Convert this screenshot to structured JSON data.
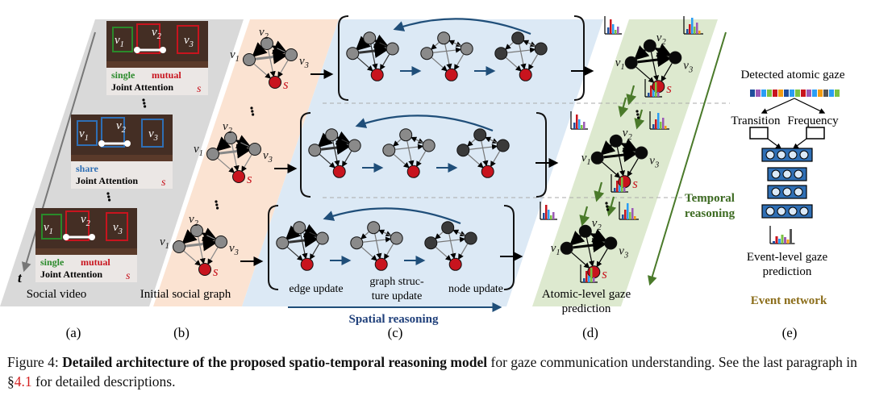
{
  "panels": {
    "a": {
      "tag": "(a)",
      "label": "Social video",
      "time_axis": "t",
      "frames": [
        {
          "nodes": [
            "v1",
            "v2",
            "v3"
          ],
          "tag_left": "single",
          "tag_right": "mutual",
          "title": "Joint Attention",
          "s": "s"
        },
        {
          "nodes": [
            "v1",
            "v2",
            "v3"
          ],
          "tag_left": "share",
          "title": "Joint Attention",
          "s": "s"
        },
        {
          "nodes": [
            "v1",
            "v2",
            "v3"
          ],
          "tag_left": "single",
          "tag_right": "mutual",
          "title": "Joint Attention",
          "s": "s"
        }
      ]
    },
    "b": {
      "tag": "(b)",
      "label": "Initial social graph"
    },
    "c": {
      "tag": "(c)",
      "steps": [
        "edge update",
        "graph structure update",
        "node update"
      ],
      "step_lines": [
        [
          "edge update"
        ],
        [
          "graph struc-",
          "ture update"
        ],
        [
          "node update"
        ]
      ],
      "spatial": "Spatial reasoning"
    },
    "d": {
      "tag": "(d)",
      "label_lines": [
        "Atomic-level gaze",
        "prediction"
      ],
      "temporal_lines": [
        "Temporal",
        "reasoning"
      ]
    },
    "e": {
      "tag": "(e)",
      "detected": "Detected atomic gaze",
      "transition": "Transition",
      "frequency": "Frequency",
      "event_lines": [
        "Event-level gaze",
        "prediction"
      ],
      "network": "Event network"
    }
  },
  "node_labels": {
    "v1": "v",
    "v1_sub": "1",
    "v2": "v",
    "v2_sub": "2",
    "v3": "v",
    "v3_sub": "3",
    "s": "s"
  },
  "colors": {
    "node_gray": "#8a8a8a",
    "node_dark": "#3a3a3a",
    "node_black": "#0a0a0a",
    "node_red": "#c8141e",
    "band_gray": "#d9d9d9",
    "band_peach": "#fbe3d2",
    "band_blue": "#dce9f5",
    "band_green": "#dde9cf",
    "arrow_blue": "#1f4e79",
    "arrow_green": "#4a7a2a",
    "net_blue": "#2f6fb5",
    "event_network": "#8b6d1a",
    "spatial": "#1f3f7a",
    "temporal": "#3d6b22",
    "ref": "#d42020"
  },
  "caption": {
    "prefix": "Figure 4: ",
    "bold": "Detailed architecture of the proposed spatio-temporal reasoning model",
    "rest1": " for gaze communication understanding. See the last paragraph in §",
    "ref": "4.1",
    "rest2": " for detailed descriptions."
  }
}
